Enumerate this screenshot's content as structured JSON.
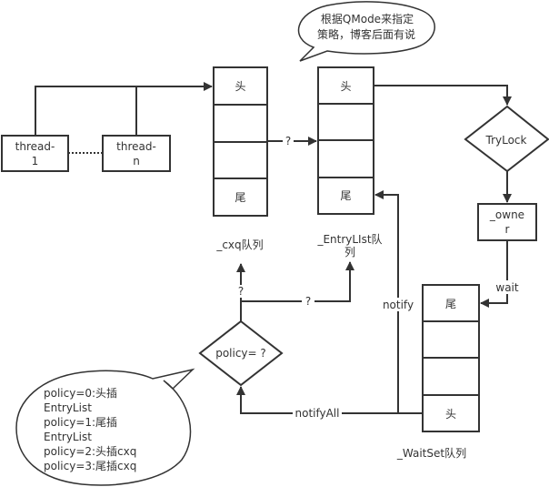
{
  "threads": {
    "first": [
      "thread-",
      "1"
    ],
    "last": [
      "thread-",
      "n"
    ]
  },
  "queues": {
    "cxq": {
      "cells": [
        "头",
        "",
        "",
        "尾"
      ],
      "label": "_cxq队列"
    },
    "entry_list": {
      "cells": [
        "头",
        "",
        "",
        "尾"
      ],
      "label": [
        "_EntryLIst队",
        "列"
      ]
    },
    "wait_set": {
      "cells": [
        "尾",
        "",
        "",
        "头"
      ],
      "label": "_WaitSet队列"
    }
  },
  "nodes": {
    "trylock": "TryLock",
    "owner": [
      "_owne",
      "r"
    ],
    "policy": "policy= ?"
  },
  "edges": {
    "cxq_to_entrylist": "?",
    "policy_to_cxq": "?",
    "policy_to_entrylist": "?",
    "owner_to_waitset": "wait",
    "waitset_to_entrylist": "notify",
    "waitset_to_policy": "notifyAll"
  },
  "notes": {
    "qmode": [
      "根据QMode来指定",
      "策略，博客后面有说"
    ],
    "policy": [
      "policy=0:头插",
      "EntryList",
      "policy=1:尾插",
      "EntryList",
      "policy=2:头插cxq",
      "policy=3:尾插cxq"
    ]
  }
}
